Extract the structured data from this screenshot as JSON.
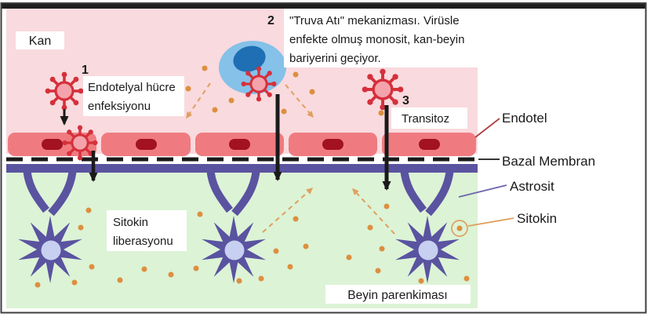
{
  "regions": {
    "blood": "Kan",
    "brain": "Beyin parenkiması"
  },
  "steps": {
    "s1": {
      "num": "1",
      "line1": "Endotelyal hücre",
      "line2": "enfeksiyonu"
    },
    "s2": {
      "num": "2",
      "line1": "\"Truva Atı\" mekanizması. Virüsle",
      "line2": "enfekte olmuş monosit, kan-beyin",
      "line3": "bariyerini geçiyor."
    },
    "s3": {
      "num": "3",
      "label": "Transitoz"
    }
  },
  "notes": {
    "release_line1": "Sitokin",
    "release_line2": "liberasyonu"
  },
  "legend": {
    "endotel": "Endotel",
    "bazal_membran": "Bazal Membran",
    "astrosit": "Astrosit",
    "sitokin": "Sitokin"
  },
  "icons": {
    "virus": "virus-icon",
    "monocyte": "monocyte-cell",
    "astrocyte": "astrocyte-star-icon",
    "cytokine": "cytokine-dot",
    "arrow": "down-arrow"
  },
  "colors": {
    "frame": "#3f3f3f",
    "pink": "#f9dade",
    "green": "#dcf3d6",
    "cell": "#ef7b80",
    "cell-nucleus": "#a31220",
    "purple": "#5a53a0",
    "astro-nucleus": "#c7d0f0",
    "monocyte": "#85c1e9",
    "monocyte-nucleus": "#1e6fb4",
    "virus": "#d5303b",
    "virus-core": "#f4a3ac",
    "orange": "#dd8f3f",
    "orange-dash": "#dfa05e",
    "callout-endotel": "#ad3c3c",
    "callout-astro": "#6c66ad",
    "ink": "#1a1a1a",
    "box": "#ffffff"
  },
  "cytokine_dots": [
    [
      261,
      87
    ],
    [
      240,
      113
    ],
    [
      295,
      128
    ],
    [
      274,
      140
    ],
    [
      377,
      95
    ],
    [
      398,
      117
    ],
    [
      362,
      142
    ],
    [
      486,
      144
    ],
    [
      113,
      268
    ],
    [
      103,
      290
    ],
    [
      255,
      273
    ],
    [
      117,
      340
    ],
    [
      48,
      363
    ],
    [
      95,
      360
    ],
    [
      153,
      357
    ],
    [
      184,
      343
    ],
    [
      218,
      350
    ],
    [
      250,
      342
    ],
    [
      305,
      358
    ],
    [
      333,
      355
    ],
    [
      352,
      320
    ],
    [
      370,
      340
    ],
    [
      377,
      279
    ],
    [
      390,
      314
    ],
    [
      493,
      263
    ],
    [
      472,
      290
    ],
    [
      487,
      317
    ],
    [
      445,
      328
    ],
    [
      482,
      345
    ],
    [
      537,
      358
    ],
    [
      595,
      355
    ]
  ]
}
